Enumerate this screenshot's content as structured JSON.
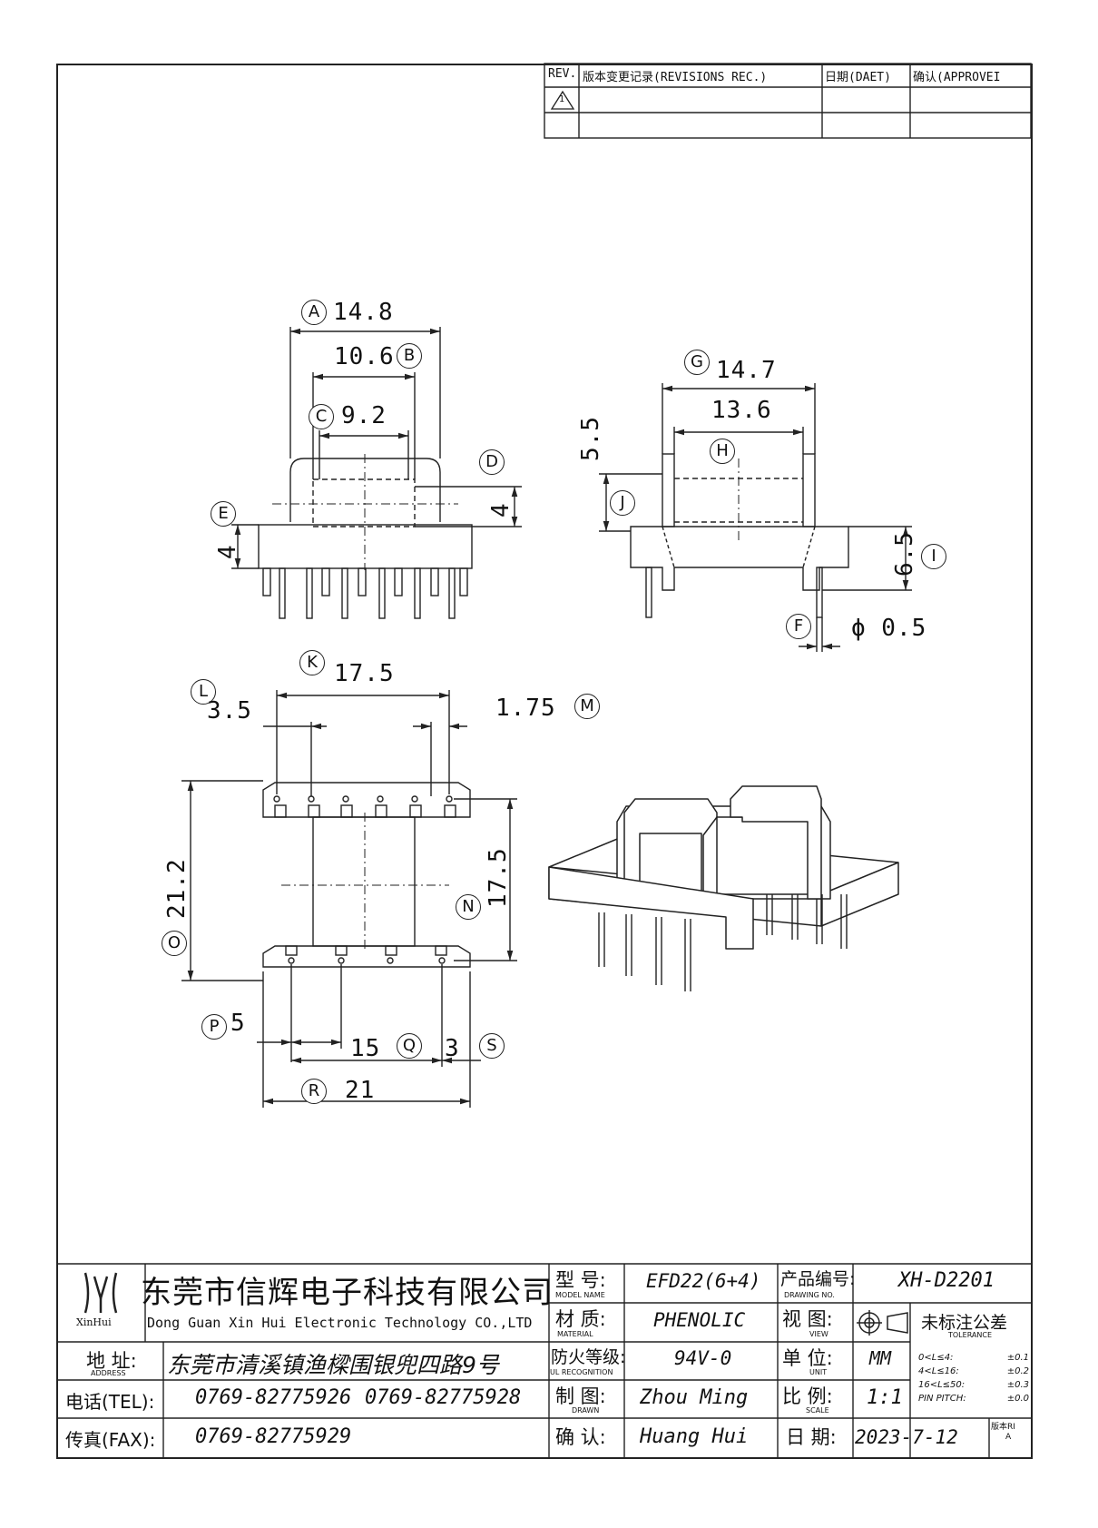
{
  "revision_table": {
    "headers": [
      "REV.",
      "版本变更记录(REVISIONS REC.)",
      "日期(DAET)",
      "确认(APPROVEI"
    ],
    "rev_mark": "1"
  },
  "dimensions": {
    "A": {
      "letter": "A",
      "value": "14.8"
    },
    "B": {
      "letter": "B",
      "value": "10.6"
    },
    "C": {
      "letter": "C",
      "value": "9.2"
    },
    "D": {
      "letter": "D",
      "value": "4"
    },
    "E": {
      "letter": "E",
      "value": "4"
    },
    "G": {
      "letter": "G",
      "value": "14.7"
    },
    "H": {
      "letter": "H",
      "value": "13.6"
    },
    "J": {
      "letter": "J",
      "value": "5.5"
    },
    "I": {
      "letter": "I",
      "value": "6.5"
    },
    "F": {
      "letter": "F",
      "value": "ϕ 0.5"
    },
    "K": {
      "letter": "K",
      "value": "17.5"
    },
    "L": {
      "letter": "L",
      "value": "3.5"
    },
    "M": {
      "letter": "M",
      "value": "1.75"
    },
    "O": {
      "letter": "O",
      "value": "21.2"
    },
    "N": {
      "letter": "N",
      "value": "17.5"
    },
    "P": {
      "letter": "P",
      "value": "5"
    },
    "Q": {
      "letter": "Q",
      "value": "15"
    },
    "S": {
      "letter": "S",
      "value": "3"
    },
    "R": {
      "letter": "R",
      "value": "21"
    }
  },
  "title_block": {
    "company_cn": "东莞市信辉电子科技有限公司",
    "company_en": "Dong Guan Xin Hui Electronic Technology CO.,LTD",
    "logo_text": "XinHui",
    "address_label_cn": "地  址:",
    "address_label_en": "ADDRESS",
    "address_value": "东莞市清溪镇渔樑围银兜四路9号",
    "tel_label": "电话(TEL):",
    "tel_1": "0769-82775926",
    "tel_2": "0769-82775928",
    "fax_label": "传真(FAX):",
    "fax_value": "0769-82775929",
    "model_label_cn": "型  号:",
    "model_label_en": "MODEL NAME",
    "model_value": "EFD22(6+4)",
    "material_label_cn": "材  质:",
    "material_label_en": "MATERIAL",
    "material_value": "PHENOLIC",
    "flame_label_cn": "防火等级:",
    "flame_label_en": "UL RECOGNITION",
    "flame_value": "94V-0",
    "drawn_label_cn": "制  图:",
    "drawn_label_en": "DRAWN",
    "drawn_value": "Zhou Ming",
    "confirm_label_cn": "确  认:",
    "confirm_value": "Huang Hui",
    "drawing_no_label_cn": "产品编号:",
    "drawing_no_label_en": "DRAWING NO.",
    "drawing_no_value": "XH-D2201",
    "view_label_cn": "视  图:",
    "view_label_en": "VIEW",
    "unit_label_cn": "单  位:",
    "unit_label_en": "UNIT",
    "unit_value": "MM",
    "scale_label_cn": "比  例:",
    "scale_label_en": "SCALE",
    "scale_value": "1:1",
    "date_label_cn": "日  期:",
    "date_value": "2023-7-12",
    "version_label": "版本RI",
    "version_value": "A",
    "tolerance_title_cn": "未标注公差",
    "tolerance_title_en": "TOLERANCE",
    "tolerances": [
      {
        "range": "0<L≤4:",
        "value": "±0.1"
      },
      {
        "range": "4<L≤16:",
        "value": "±0.2"
      },
      {
        "range": "16<L≤50:",
        "value": "±0.3"
      },
      {
        "range": "PIN PITCH:",
        "value": "±0.0"
      }
    ]
  }
}
